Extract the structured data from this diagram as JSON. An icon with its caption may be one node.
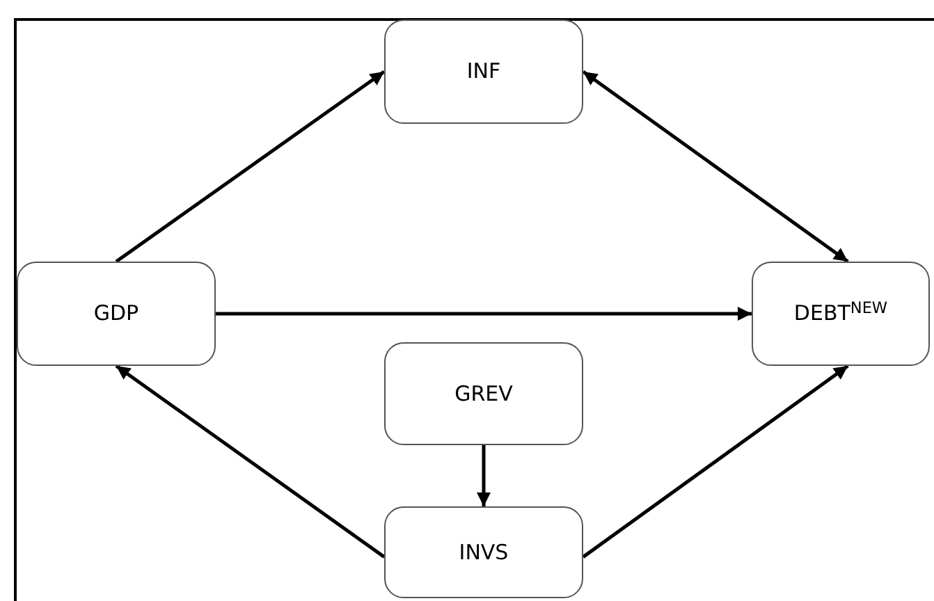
{
  "diagram": {
    "nodes": [
      {
        "text": [
          "INF"
        ]
      },
      {
        "text": [
          "GDP"
        ]
      },
      {
        "text": [
          "DEBT$^{NEW}$"
        ]
      },
      {
        "text": [
          "GREV"
        ]
      },
      {
        "text": [
          "INVS"
        ]
      }
    ],
    "edges": [
      {
        "from": 1,
        "to": 0,
        "arrow": "to"
      },
      {
        "from": 0,
        "to": 2,
        "arrow": "both"
      },
      {
        "from": 1,
        "to": 2,
        "arrow": "to"
      },
      {
        "from": 3,
        "to": 4,
        "arrow": "to"
      },
      {
        "from": 4,
        "to": 1,
        "arrow": "to"
      },
      {
        "from": 4,
        "to": 2,
        "arrow": "to"
      }
    ]
  }
}
